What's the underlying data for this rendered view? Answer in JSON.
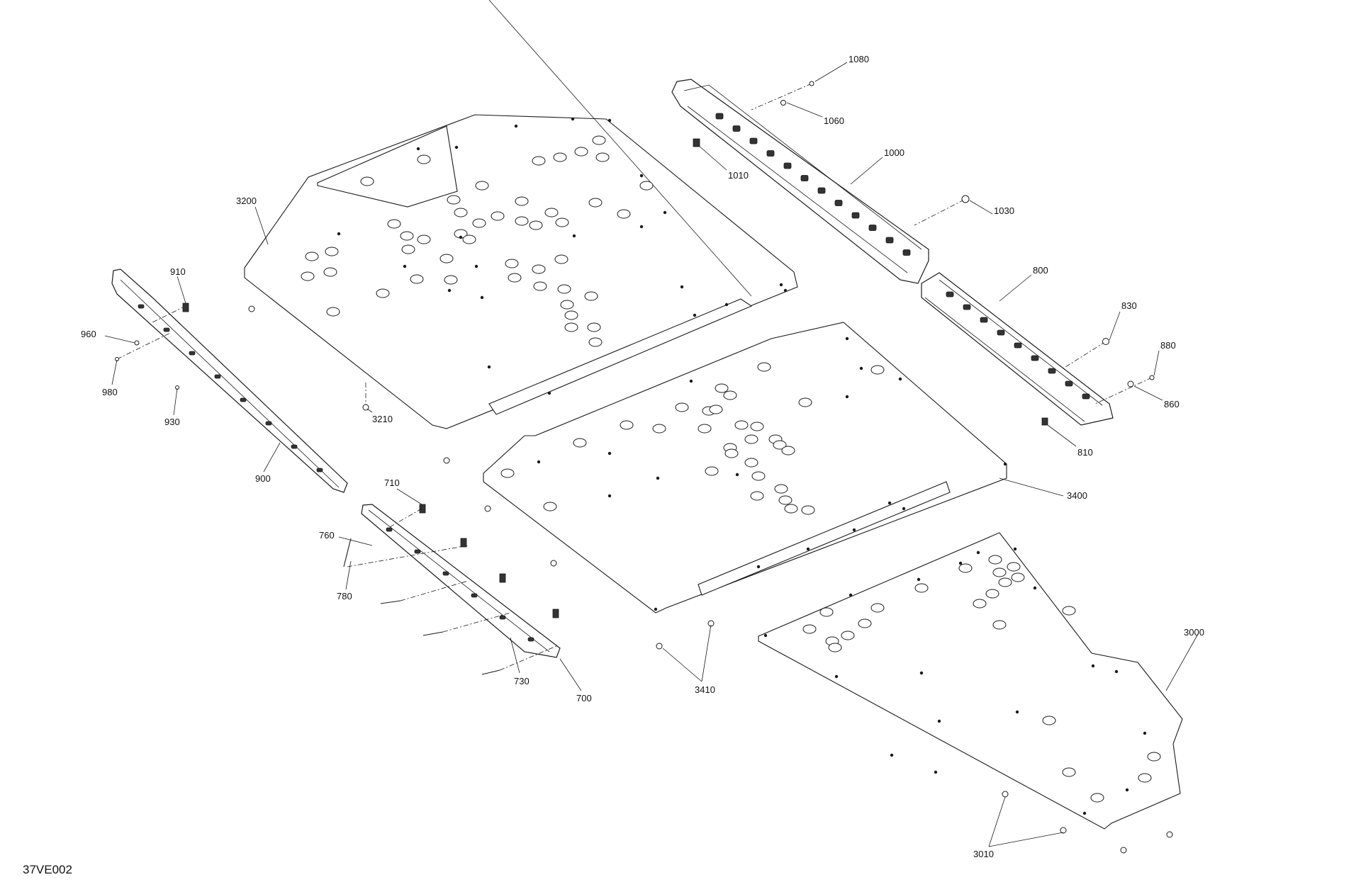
{
  "figure_code": "37VE002",
  "callouts": [
    {
      "id": "1080",
      "text": "1080"
    },
    {
      "id": "1060",
      "text": "1060"
    },
    {
      "id": "1010",
      "text": "1010"
    },
    {
      "id": "1000",
      "text": "1000"
    },
    {
      "id": "1030",
      "text": "1030"
    },
    {
      "id": "800",
      "text": "800"
    },
    {
      "id": "830",
      "text": "830"
    },
    {
      "id": "880",
      "text": "880"
    },
    {
      "id": "860",
      "text": "860"
    },
    {
      "id": "810",
      "text": "810"
    },
    {
      "id": "3200",
      "text": "3200"
    },
    {
      "id": "3210",
      "text": "3210"
    },
    {
      "id": "910",
      "text": "910"
    },
    {
      "id": "960",
      "text": "960"
    },
    {
      "id": "980",
      "text": "980"
    },
    {
      "id": "930",
      "text": "930"
    },
    {
      "id": "900",
      "text": "900"
    },
    {
      "id": "710",
      "text": "710"
    },
    {
      "id": "760",
      "text": "760"
    },
    {
      "id": "780",
      "text": "780"
    },
    {
      "id": "730",
      "text": "730"
    },
    {
      "id": "700",
      "text": "700"
    },
    {
      "id": "3400",
      "text": "3400"
    },
    {
      "id": "3410",
      "text": "3410"
    },
    {
      "id": "3000",
      "text": "3000"
    },
    {
      "id": "3010",
      "text": "3010"
    }
  ]
}
